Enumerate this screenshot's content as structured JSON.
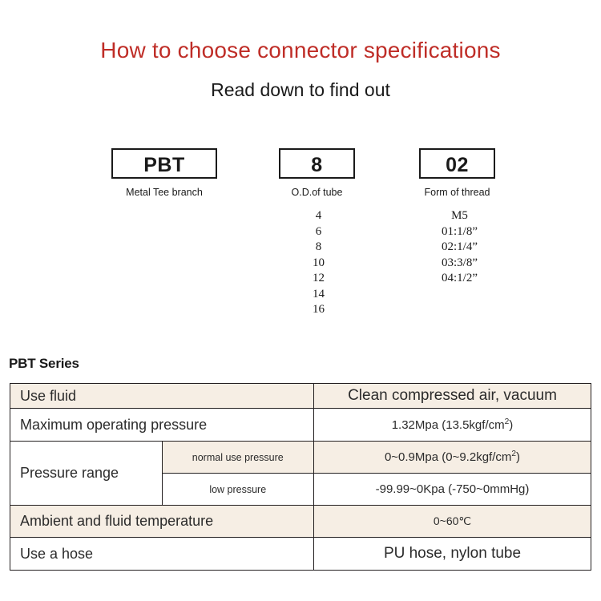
{
  "header": {
    "title": "How to choose connector specifications",
    "subtitle": "Read down to find out",
    "title_color": "#bf2d27"
  },
  "code_breakdown": [
    {
      "name": "series-code",
      "box_value": "PBT",
      "caption": "Metal Tee branch",
      "options": []
    },
    {
      "name": "tube-od-code",
      "box_value": "8",
      "caption": "O.D.of tube",
      "options": [
        "4",
        "6",
        "8",
        "10",
        "12",
        "14",
        "16"
      ]
    },
    {
      "name": "thread-form-code",
      "box_value": "02",
      "caption": "Form of thread",
      "options": [
        "M5",
        "01:1/8”",
        "02:1/4”",
        "03:3/8”",
        "04:1/2”"
      ]
    }
  ],
  "spec": {
    "heading": "PBT Series",
    "colors": {
      "row_shade": "#f6eee4",
      "row_plain": "#ffffff",
      "border": "#231f20"
    },
    "rows": [
      {
        "label": "Use fluid",
        "sub_label": null,
        "value_main": "Clean compressed air, vacuum",
        "value_sup": "",
        "value_tail": "",
        "shaded": true
      },
      {
        "label": "Maximum operating pressure",
        "sub_label": null,
        "value_main": "1.32Mpa  (13.5kgf/cm",
        "value_sup": "2",
        "value_tail": ")",
        "shaded": false
      },
      {
        "label": "Pressure range",
        "sub_label": "normal use pressure",
        "value_main": "0~0.9Mpa  (0~9.2kgf/cm",
        "value_sup": "2",
        "value_tail": ")",
        "shaded": true
      },
      {
        "label": "",
        "sub_label": "low pressure",
        "value_main": "-99.99~0Kpa  (-750~0mmHg)",
        "value_sup": "",
        "value_tail": "",
        "shaded": false
      },
      {
        "label": "Ambient and fluid temperature",
        "sub_label": null,
        "value_main": "0~60℃",
        "value_sup": "",
        "value_tail": "",
        "shaded": true
      },
      {
        "label": "Use a hose",
        "sub_label": null,
        "value_main": "PU hose, nylon tube",
        "value_sup": "",
        "value_tail": "",
        "shaded": false
      }
    ]
  }
}
